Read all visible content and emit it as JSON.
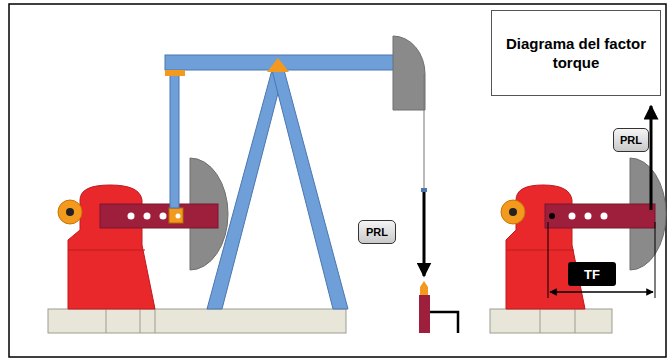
{
  "diagram": {
    "nodes": [
      {
        "text": [
          "Diagrama del factor torque"
        ]
      },
      {
        "text": [
          "PRL"
        ]
      },
      {
        "text": [
          "PRL"
        ]
      },
      {
        "text": [
          "TF"
        ]
      }
    ]
  }
}
